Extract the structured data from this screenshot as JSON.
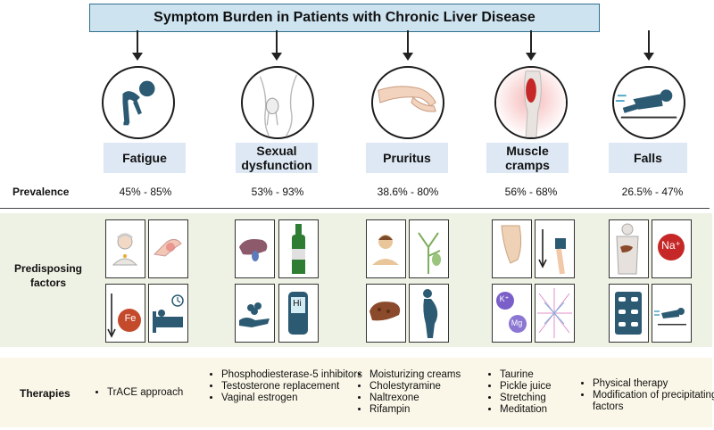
{
  "title": "Symptom Burden in Patients with Chronic Liver Disease",
  "symptoms": [
    {
      "name": "Fatigue",
      "prevalence": "45% - 85%",
      "icon": "fatigue-icon"
    },
    {
      "name": "Sexual dysfunction",
      "prevalence": "53% - 93%",
      "icon": "body-outline-icon"
    },
    {
      "name": "Pruritus",
      "prevalence": "38.6% - 80%",
      "icon": "scratching-arm-icon"
    },
    {
      "name": "Muscle cramps",
      "prevalence": "56% - 68%",
      "icon": "calf-cramp-icon"
    },
    {
      "name": "Falls",
      "prevalence": "26.5% - 47%",
      "icon": "falling-person-icon"
    }
  ],
  "prevalence_label": "Prevalence",
  "predisposing_label": "Predisposing factors",
  "therapies_label": "Therapies",
  "tiles": {
    "fe": "Fe",
    "hi": "Hi",
    "k": "K⁺",
    "mg": "Mg",
    "na": "Na⁺"
  },
  "therapies": [
    [
      "TrACE approach"
    ],
    [
      "Phosphodiesterase-5 inhibitors",
      " Testosterone replacement",
      "Vaginal estrogen"
    ],
    [
      "Moisturizing creams",
      "Cholestyramine",
      "Naltrexone",
      "Rifampin"
    ],
    [
      "Taurine",
      "Pickle juice",
      "Stretching",
      "Meditation"
    ],
    [
      "Physical therapy",
      "Modification of precipitating factors"
    ]
  ],
  "colors": {
    "title_bg": "#cde3f0",
    "symptom_bg": "#dde8f4",
    "factors_band": "#eef2e4",
    "therapies_band": "#faf7e8",
    "icon_blue": "#2c5a73"
  }
}
